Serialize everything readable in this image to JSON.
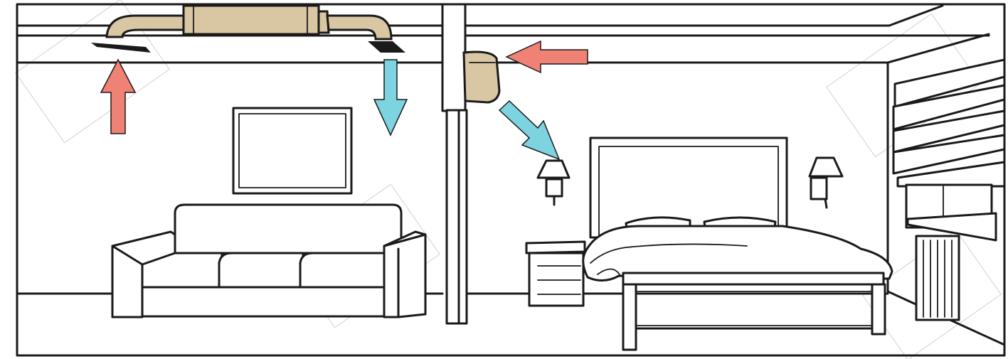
{
  "diagram": {
    "colors": {
      "ink": "#1a1a1a",
      "background": "#ffffff",
      "equipment": "#d9c7a4",
      "supply_air_arrow": "#7dd3df",
      "intake_air_arrow": "#f08275"
    },
    "rooms": [
      "living-room",
      "bedroom"
    ],
    "elements": {
      "ceiling_duct_unit": "duct-fan-unit",
      "wall_split_unit": "wall-mounted-indoor-unit",
      "arrows": [
        {
          "name": "return-air-arrow-living-room",
          "kind": "intake",
          "direction": "up"
        },
        {
          "name": "supply-air-arrow-living-room",
          "kind": "supply",
          "direction": "down"
        },
        {
          "name": "intake-air-arrow-bedroom-unit",
          "kind": "intake",
          "direction": "left"
        },
        {
          "name": "supply-air-arrow-bedroom-unit",
          "kind": "supply",
          "direction": "down-right"
        }
      ]
    }
  }
}
